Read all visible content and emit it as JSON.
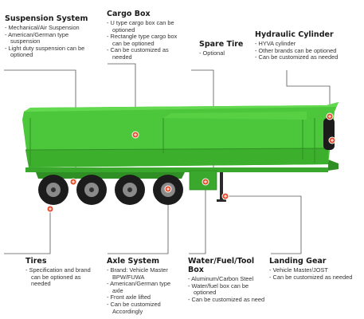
{
  "callouts": {
    "suspension": {
      "title": "Suspension System",
      "items": [
        "Mechanical/Air Suspension",
        "American/German type suspension",
        "Light duty suspension can be optioned"
      ]
    },
    "cargo_box": {
      "title": "Cargo Box",
      "items": [
        "U type cargo box can be optioned",
        "Rectangle type cargo box can be optioned",
        "Can be customized as needed"
      ]
    },
    "spare_tire": {
      "title": "Spare Tire",
      "items": [
        "Optional"
      ]
    },
    "hydraulic": {
      "title": "Hydraulic Cylinder",
      "items": [
        "HYVA cylinder",
        "Other brands can be optioned",
        "Can be customized as needed"
      ]
    },
    "tires": {
      "title": "Tires",
      "items": [
        "Specification and brand can be optioned as needed"
      ]
    },
    "axle": {
      "title": "Axle System",
      "items": [
        "Brand: Vehicle Master BPW/FUWA",
        "American/German type axle",
        "Front axle lifted",
        "Can be customized Accordingly"
      ]
    },
    "toolbox": {
      "title": "Water/Fuel/Tool Box",
      "items": [
        "Aluminum/Carbon Steel",
        "Water/fuel box can be optioned",
        "Can be customized as need"
      ]
    },
    "landing": {
      "title": "Landing Gear",
      "items": [
        "Vehicle Master/JOST",
        "Can be customized as needed"
      ]
    }
  },
  "colors": {
    "body_green": "#4cc63a",
    "dark_green": "#2f8f24",
    "marker": "#e84b2a",
    "tire": "#1c1c1c",
    "leader_line": "#555555"
  }
}
